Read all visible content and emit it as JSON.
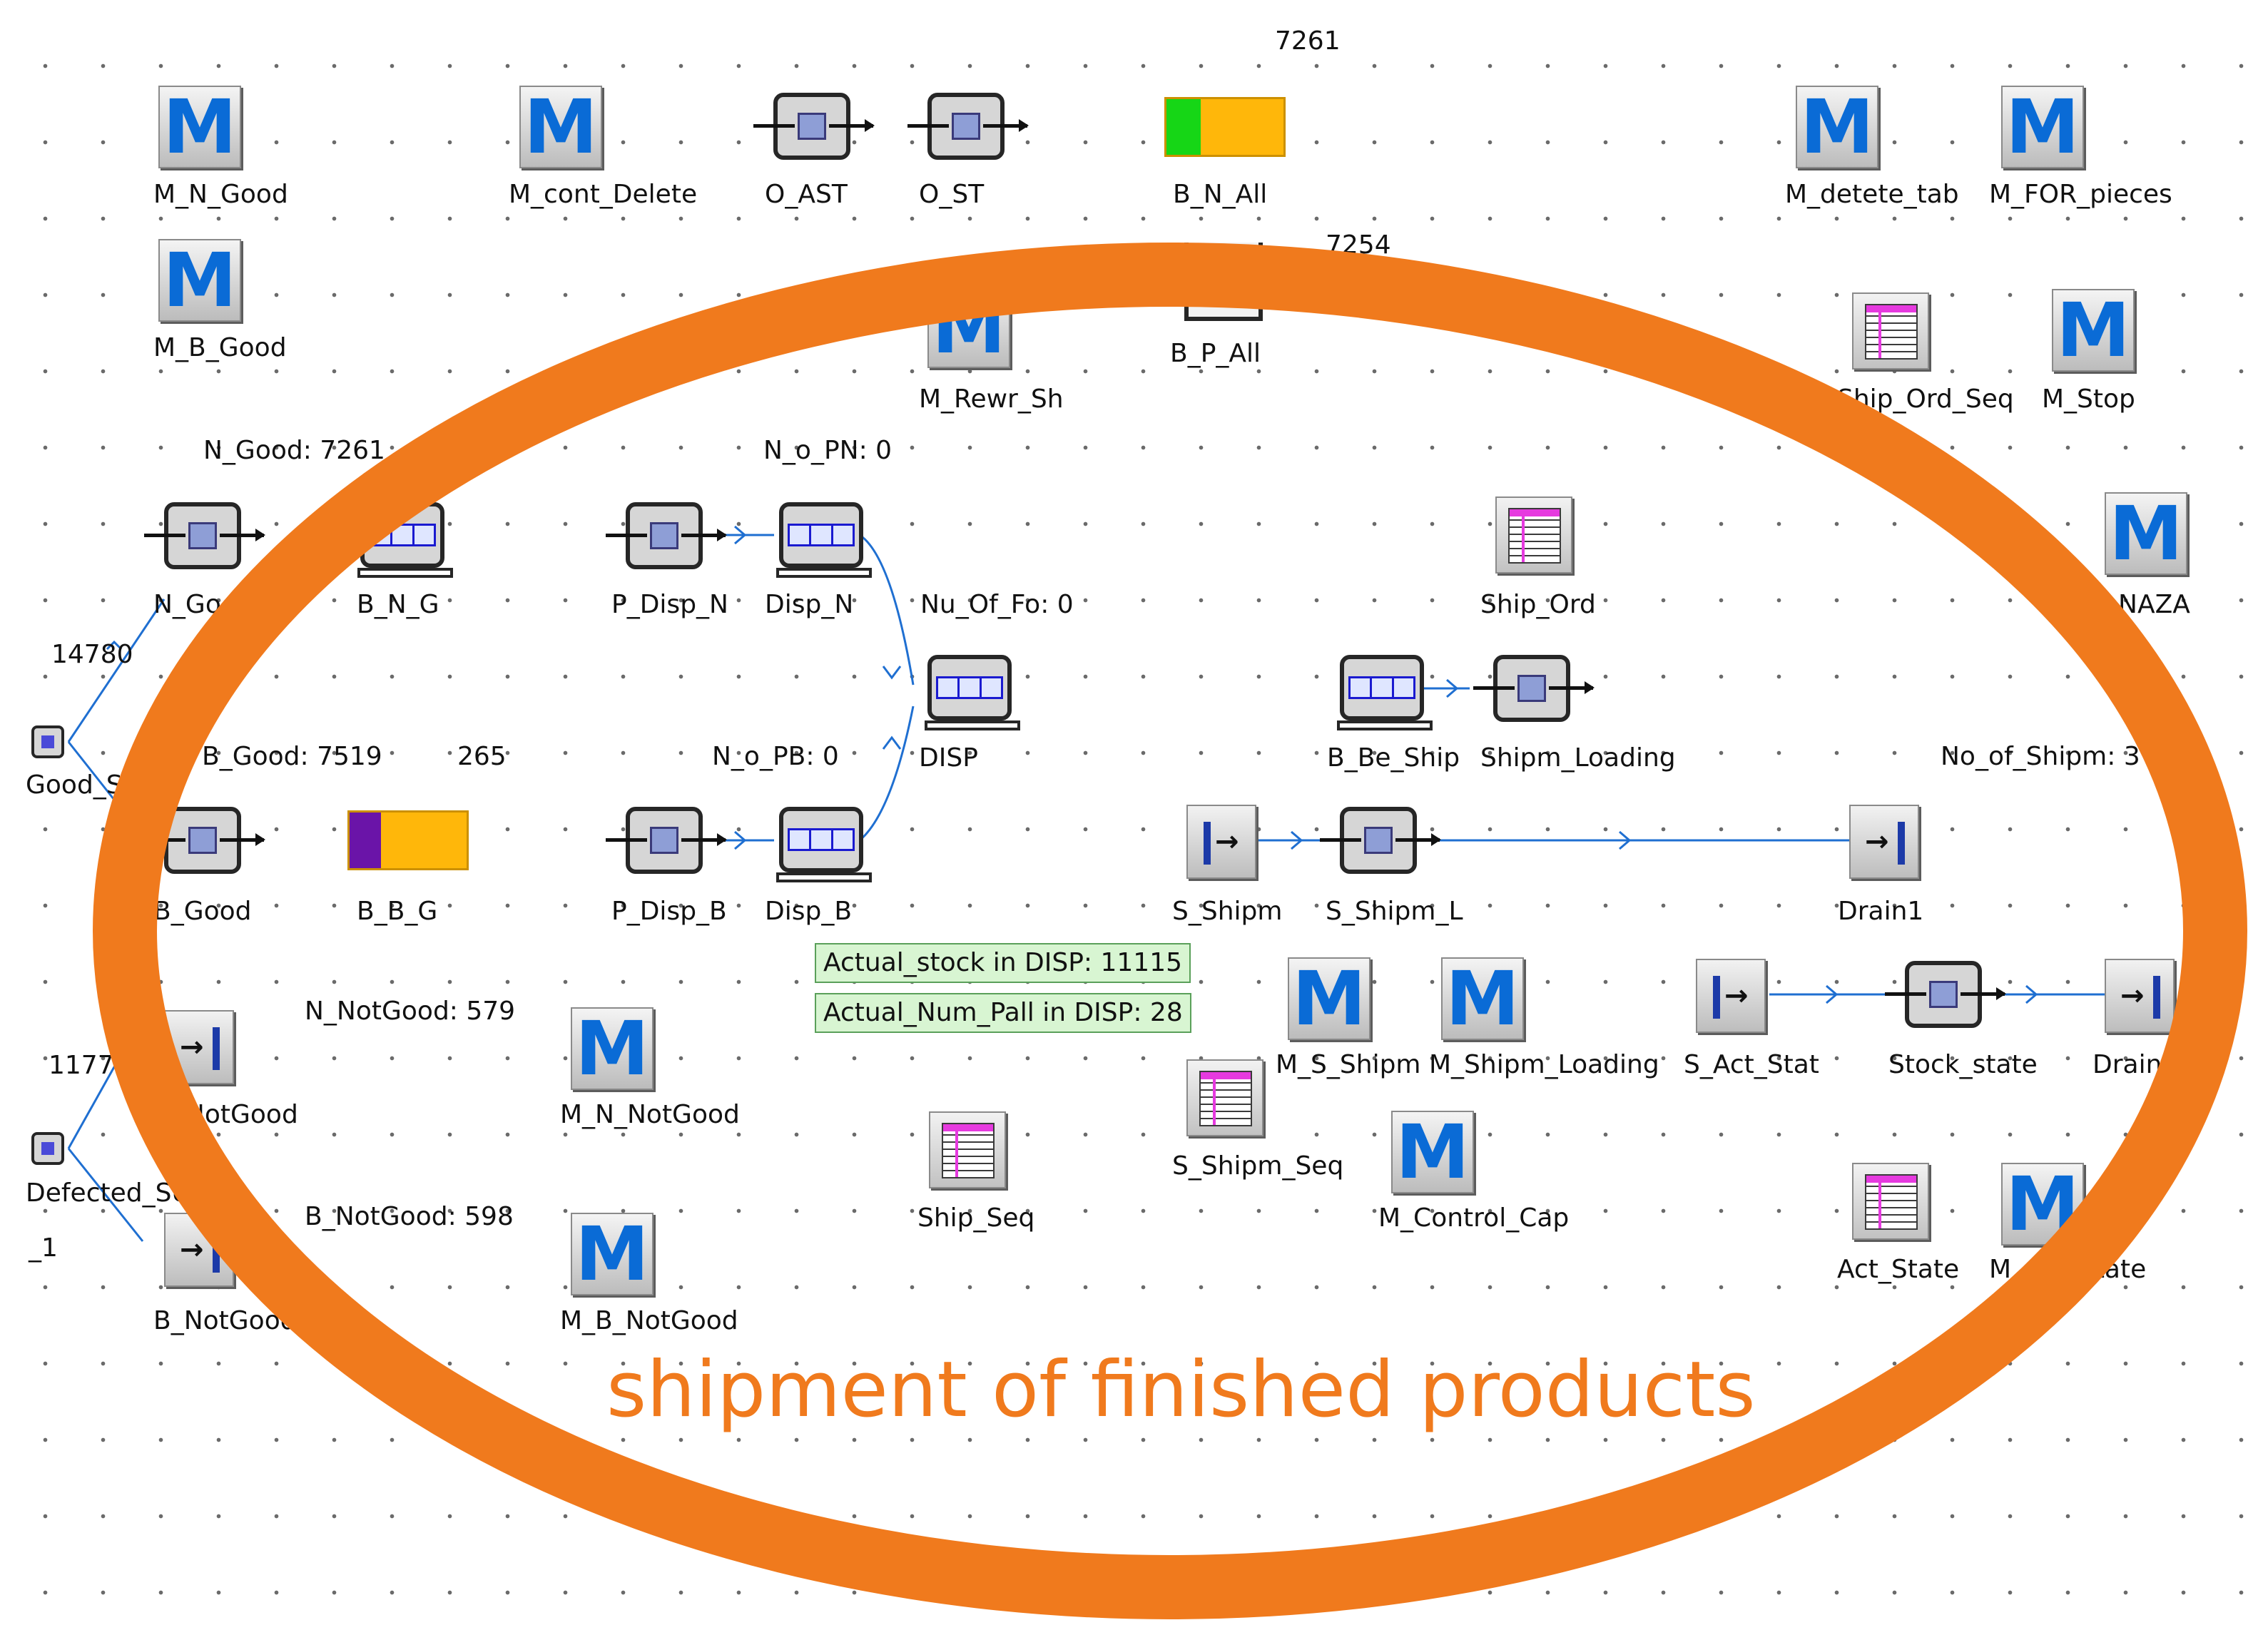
{
  "labels": {
    "m_n_good": "M_N_Good",
    "m_cont_delete": "M_cont_Delete",
    "o_ast": "O_AST",
    "o_st": "O_ST",
    "b_n_all": "B_N_All",
    "m_detete_tab": "M_detete_tab",
    "m_for_pieces": "M_FOR_pieces",
    "m_b_good": "M_B_Good",
    "m_rewr_sh": "M_Rewr_Sh",
    "b_p_all": "B_P_All",
    "ship_ord_seq": "Ship_Ord_Seq",
    "m_stop": "M_Stop",
    "n_good": "N_Good",
    "b_n_g": "B_N_G",
    "p_disp_n": "P_Disp_N",
    "disp_n": "Disp_N",
    "ship_ord": "Ship_Ord",
    "m_naza": "M_NAZA",
    "good_src": "Good_S",
    "disp": "DISP",
    "b_be_ship": "B_Be_Ship",
    "shipm_loading": "Shipm_Loading",
    "b_good": "B_Good",
    "b_b_g": "B_B_G",
    "p_disp_b": "P_Disp_B",
    "disp_b": "Disp_B",
    "s_shipm": "S_Shipm",
    "s_shipm_l": "S_Shipm_L",
    "drain1": "Drain1",
    "n_notgood": "N_NotGood",
    "m_n_notgood": "M_N_NotGood",
    "m_s_shipm": "M_S_Shipm",
    "m_shipm_loading": "M_Shipm_Loading",
    "s_act_stat": "S_Act_Stat",
    "stock_state": "Stock_state",
    "drain2": "Drain",
    "defected_src": "Defected_SU",
    "s_shipm_seq": "S_Shipm_Seq",
    "ship_seq": "Ship_Seq",
    "m_control_cap": "M_Control_Cap",
    "b_notgood": "B_NotGood",
    "m_b_notgood": "M_B_NotGood",
    "act_state": "Act_State",
    "m_act_state": "M_Act_State",
    "one": "_1"
  },
  "counters": {
    "top_7261": "7261",
    "top_7254": "7254",
    "n_good_count": "N_Good: 7261",
    "n_o_pn": "N_o_PN: 0",
    "nu_of_fo": "Nu_Of_Fo: 0",
    "in_14780": "14780",
    "b_good_count": "B_Good: 7519",
    "bbg_265": "265",
    "n_o_pb": "N_o_PB: 0",
    "no_of_shipm": "No_of_Shipm: 3",
    "n_notgood_count": "N_NotGood: 579",
    "in_1177": "1177",
    "b_notgood_count": "B_NotGood: 598"
  },
  "notes": {
    "actual_stock": "Actual_stock in DISP: 11115",
    "actual_num_pall": "Actual_Num_Pall in DISP: 28"
  },
  "annotation": {
    "caption": "shipment of finished products",
    "color": "#f07a1d"
  },
  "colors": {
    "icon_blue": "#0a6bd6",
    "buffer_yellow": "#ffb70a",
    "fill_green": "#16d616",
    "fill_purple": "#6a14a8",
    "connector": "#1f6fd1",
    "note_bg": "#d8f5d2"
  }
}
